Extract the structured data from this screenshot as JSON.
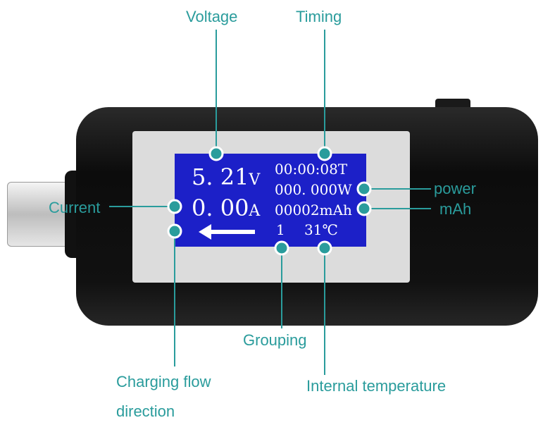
{
  "device": {
    "display": {
      "voltage_value": "5. 21",
      "voltage_unit": "V",
      "current_value": "0. 00",
      "current_unit": "A",
      "timing": "00:00:08T",
      "power": "000. 000W",
      "capacity": "00002mAh",
      "group": "1",
      "temperature": "31℃"
    }
  },
  "annotations": {
    "voltage": "Voltage",
    "timing": "Timing",
    "current": "Current",
    "power": "power",
    "mah": "mAh",
    "grouping": "Grouping",
    "charging_flow_line1": "Charging flow",
    "charging_flow_line2": "direction",
    "internal_temperature": "Internal temperature"
  },
  "colors": {
    "accent": "#2a9c9c",
    "lcd": "#1e22c8",
    "body": "#141414",
    "bezel": "#d9d9d9"
  }
}
